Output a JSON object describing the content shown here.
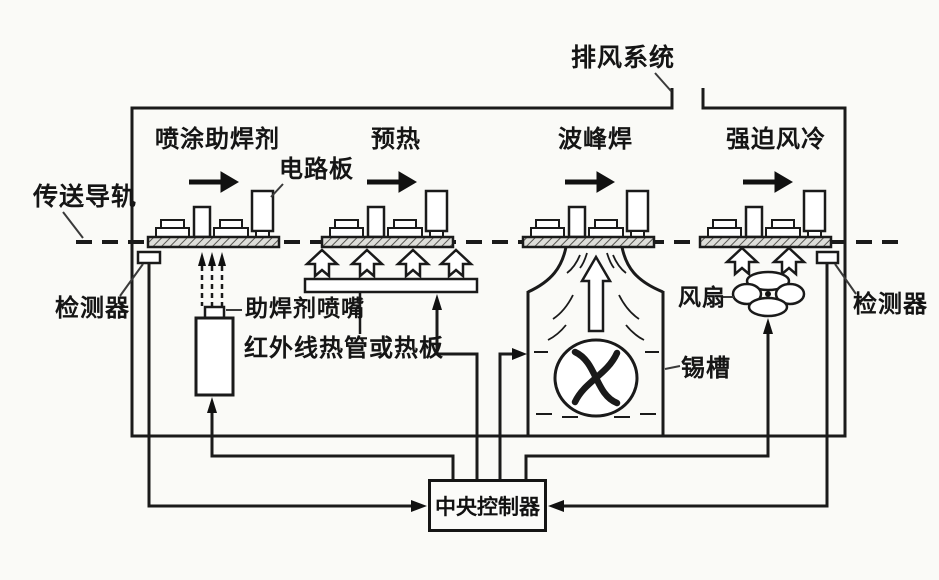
{
  "colors": {
    "line": "#1a1a1a",
    "background": "#fafaf7",
    "board_fill": "#e2e2de"
  },
  "labels": {
    "exhaust_system": "排风系统",
    "conveyor_rail": "传送导轨",
    "circuit_board": "电路板",
    "detector_left": "检测器",
    "detector_right": "检测器",
    "flux_nozzle": "助焊剂喷嘴",
    "infrared_heater": "红外线热管或热板",
    "fan": "风扇",
    "solder_pot": "锡槽",
    "central_controller": "中央控制器"
  },
  "sections": [
    {
      "id": "flux-spray",
      "label": "喷涂助焊剂"
    },
    {
      "id": "preheat",
      "label": "预热"
    },
    {
      "id": "wave-solder",
      "label": "波峰焊"
    },
    {
      "id": "forced-air-cooling",
      "label": "强迫风冷"
    }
  ]
}
